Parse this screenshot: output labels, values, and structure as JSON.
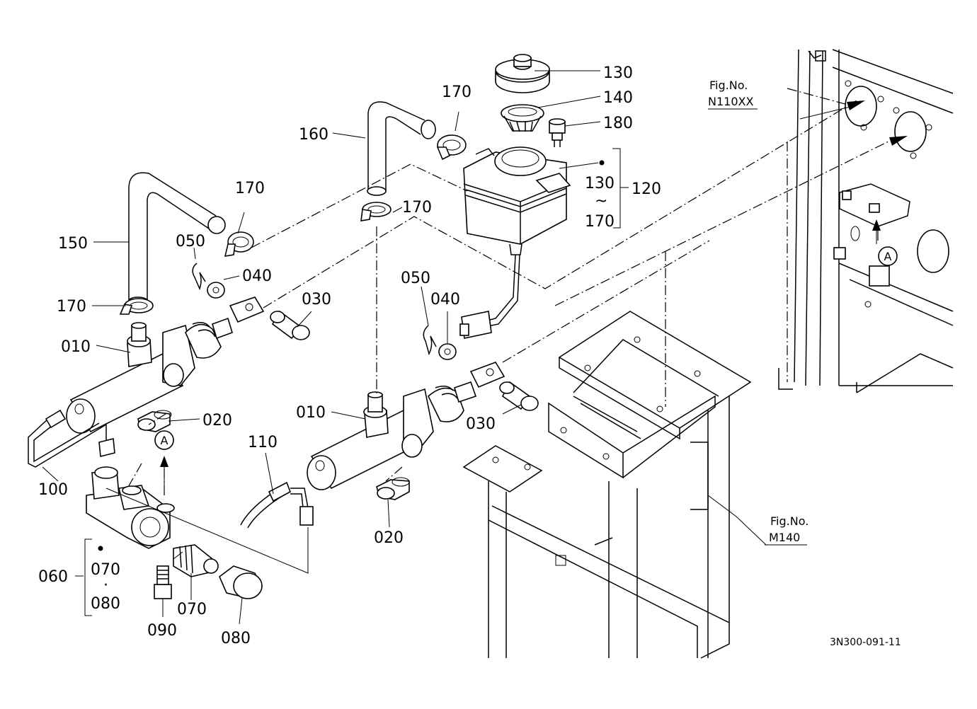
{
  "callouts": {
    "c130": "130",
    "c140": "140",
    "c180": "180",
    "c170_top": "170",
    "c160": "160",
    "c120": "120",
    "c130_range": "130",
    "c_tilde": "~",
    "c170_range": "170",
    "c170_left": "170",
    "c170_mid": "170",
    "c150": "150",
    "c050_left": "050",
    "c040_left": "040",
    "c030_left": "030",
    "c170_low": "170",
    "c010_left": "010",
    "c020_left": "020",
    "c100": "100",
    "c050_mid": "050",
    "c040_mid": "040",
    "c010_mid": "010",
    "c030_mid": "030",
    "c110": "110",
    "c020_mid": "020",
    "c060": "060",
    "c070_group": "070",
    "c_dot": "·",
    "c080_group": "080",
    "c090": "090",
    "c070": "070",
    "c080": "080"
  },
  "references": {
    "fig_n110_title": "Fig.No.",
    "fig_n110_code": "N110XX",
    "fig_m140_title": "Fig.No.",
    "fig_m140_code": "M140",
    "view_a_left": "A",
    "view_a_right": "A"
  },
  "drawing_code": "3N300-091-11"
}
